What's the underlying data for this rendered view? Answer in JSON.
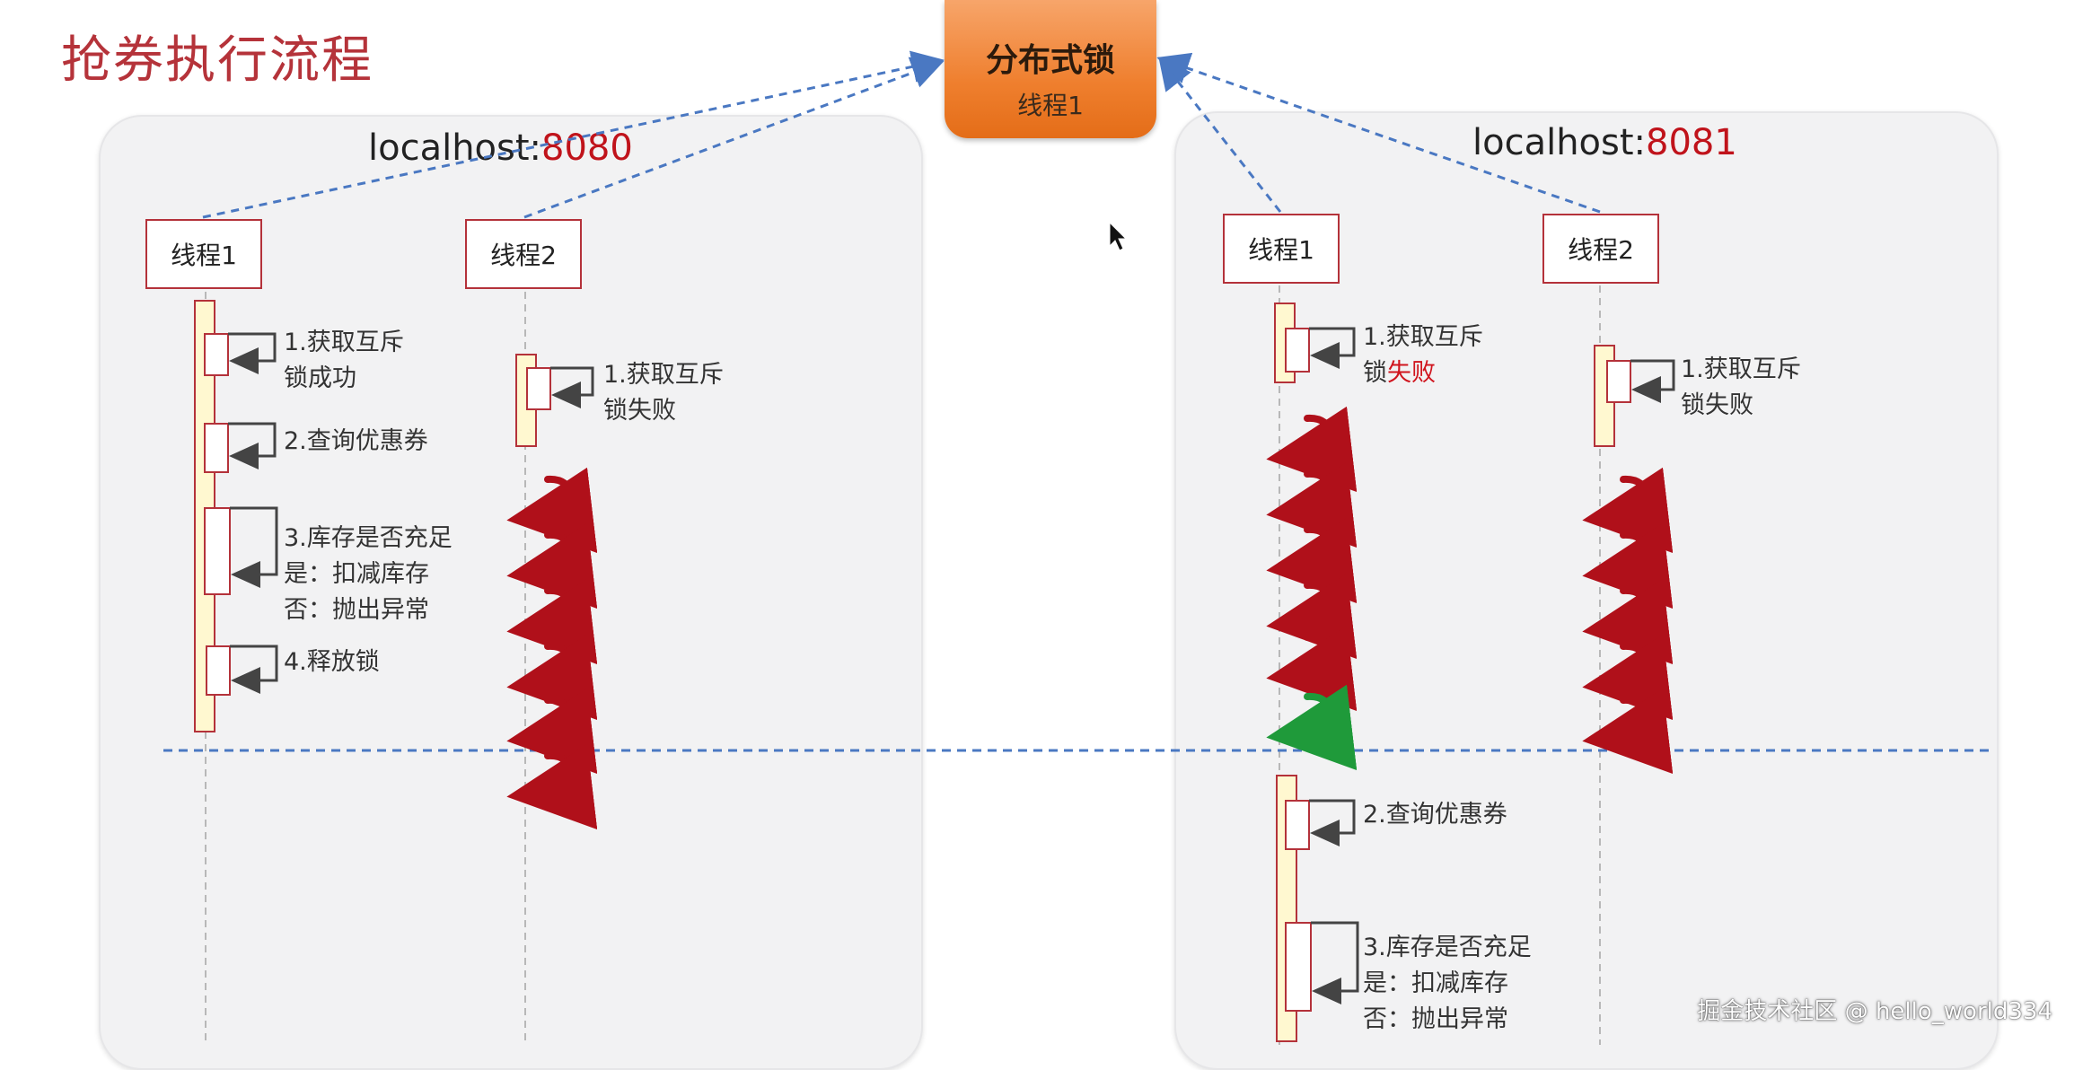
{
  "title": "抢券执行流程",
  "lock": {
    "title": "分布式锁",
    "holder": "线程1"
  },
  "servers": {
    "left": {
      "host": "localhost:",
      "port": "8080"
    },
    "right": {
      "host": "localhost:",
      "port": "8081"
    }
  },
  "threads": {
    "left_t1": "线程1",
    "left_t2": "线程2",
    "right_t1": "线程1",
    "right_t2": "线程2"
  },
  "steps": {
    "left_t1_lock_line1": "1.获取互斥",
    "left_t1_lock_line2": "锁成功",
    "left_t1_query": "2.查询优惠券",
    "left_t1_stock_line1": "3.库存是否充足",
    "left_t1_stock_line2": "是：扣减库存",
    "left_t1_stock_line3": "否：抛出异常",
    "left_t1_release": "4.释放锁",
    "left_t2_lock_line1": "1.获取互斥",
    "left_t2_lock_line2": "锁失败",
    "right_t1_lock_line1": "1.获取互斥",
    "right_t1_lock_line2_prefix": "锁",
    "right_t1_lock_line2_fail": "失败",
    "right_t2_lock_line1": "1.获取互斥",
    "right_t2_lock_line2": "锁失败",
    "right_t1_query": "2.查询优惠券",
    "right_t1_stock_line1": "3.库存是否充足",
    "right_t1_stock_line2": "是：扣减库存",
    "right_t1_stock_line3": "否：抛出异常"
  },
  "colors": {
    "title": "#b5333a",
    "port": "#c0131b",
    "lock_orange": "#ef7f2e",
    "thread_border": "#b4323a",
    "retry_arrow_red": "#b0101a",
    "retry_arrow_green": "#1f9a3a",
    "dashed_blue": "#4a78c2",
    "activation_fill": "#fff8d0"
  },
  "watermark": "掘金技术社区 @ hello_world334"
}
